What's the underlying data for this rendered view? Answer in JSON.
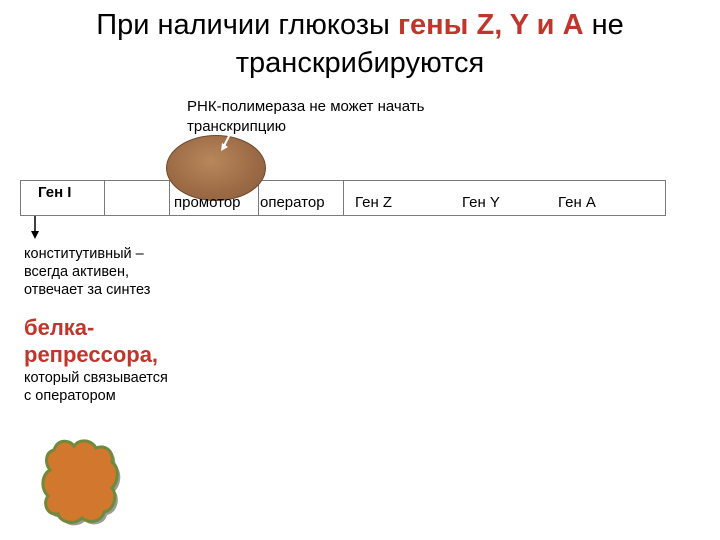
{
  "title": {
    "part1": "При наличии глюкозы ",
    "highlight": "гены Z, Y и A",
    "part2": " не",
    "line2": "транскрибируются"
  },
  "rnap_label": {
    "line1": "РНК-полимераза не может начать",
    "line2": "транскрипцию"
  },
  "operon_bar": {
    "gene_i": "Ген I",
    "promoter": "промотор",
    "operator": "оператор",
    "gene_z": "Ген Z",
    "gene_y": "Ген Y",
    "gene_a": "Ген A"
  },
  "description": {
    "line1": "конститутивный –",
    "line2": "всегда активен,",
    "line3": "отвечает за синтез",
    "big1": "белка-",
    "big2": "репрессора,",
    "line4": "который связывается",
    "line5": "с оператором"
  },
  "colors": {
    "highlight": "#c0362c",
    "rna_polymerase": "#9b6a45",
    "repressor": "#d2772e",
    "repressor_edge": "#6e8a3a"
  }
}
